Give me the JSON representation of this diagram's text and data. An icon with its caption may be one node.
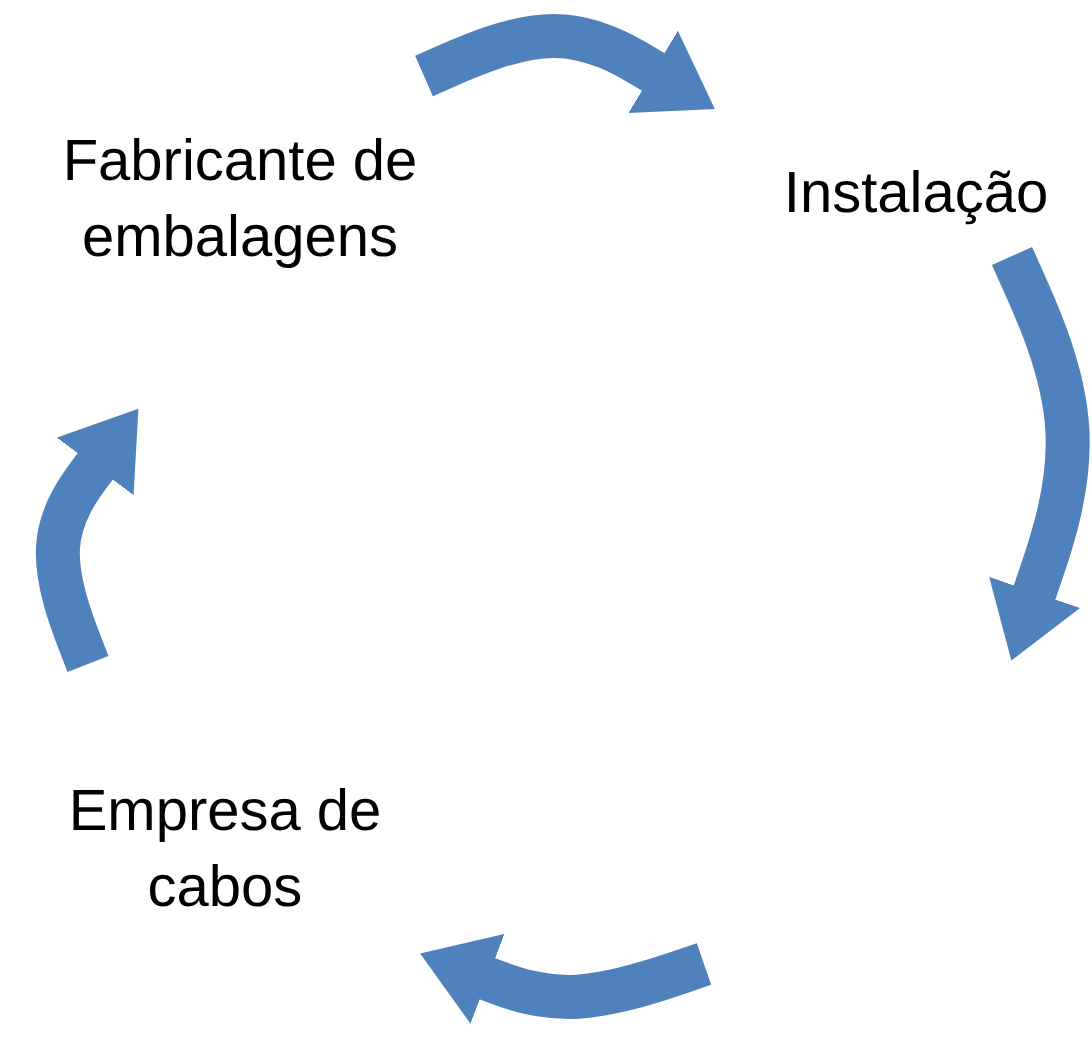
{
  "diagram": {
    "nodes": [
      {
        "text": [
          "Fabricante de embalagens"
        ]
      },
      {
        "text": [
          "Instalação"
        ]
      },
      {
        "text": [
          "Empresa de cabos"
        ]
      }
    ],
    "edges": [
      {
        "from": 0,
        "to": 1,
        "arrow": "to"
      },
      {
        "from": 1,
        "to": null,
        "arrow": "to"
      },
      {
        "from": null,
        "to": 2,
        "arrow": "to"
      },
      {
        "from": 2,
        "to": 0,
        "arrow": "to"
      }
    ]
  }
}
